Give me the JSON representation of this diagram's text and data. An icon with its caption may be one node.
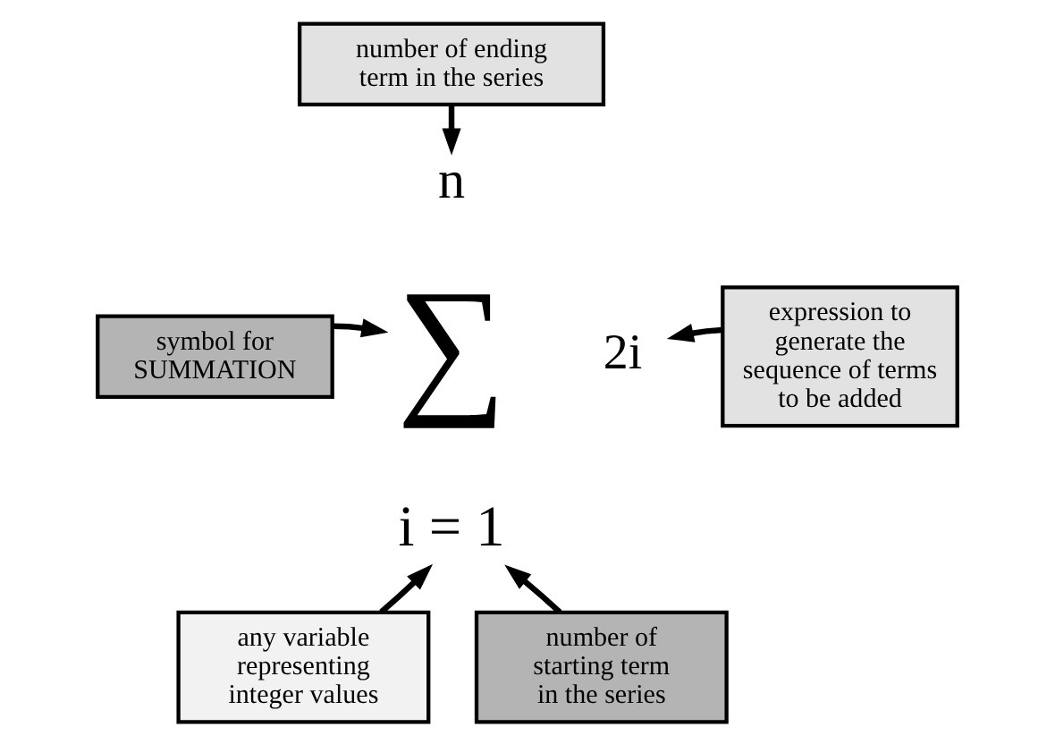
{
  "diagram": {
    "nodes": [
      {
        "text": [
          "number of ending term in the series"
        ]
      },
      {
        "text": [
          "n"
        ]
      },
      {
        "text": [
          "symbol for SUMMATION"
        ]
      },
      {
        "text": [
          "∑"
        ]
      },
      {
        "text": [
          "2i"
        ]
      },
      {
        "text": [
          "expression to generate the sequence of terms to be added"
        ]
      },
      {
        "text": [
          "i = 1"
        ]
      },
      {
        "text": [
          "any variable representing integer values"
        ]
      },
      {
        "text": [
          "number of starting term in the series"
        ]
      }
    ],
    "edges": [
      {
        "from": 0,
        "to": 1,
        "arrow": "to"
      },
      {
        "from": 2,
        "to": 3,
        "arrow": "to"
      },
      {
        "from": 5,
        "to": 4,
        "arrow": "to"
      },
      {
        "from": 7,
        "to": 6,
        "arrow": "to"
      },
      {
        "from": 8,
        "to": 6,
        "arrow": "to"
      }
    ]
  }
}
